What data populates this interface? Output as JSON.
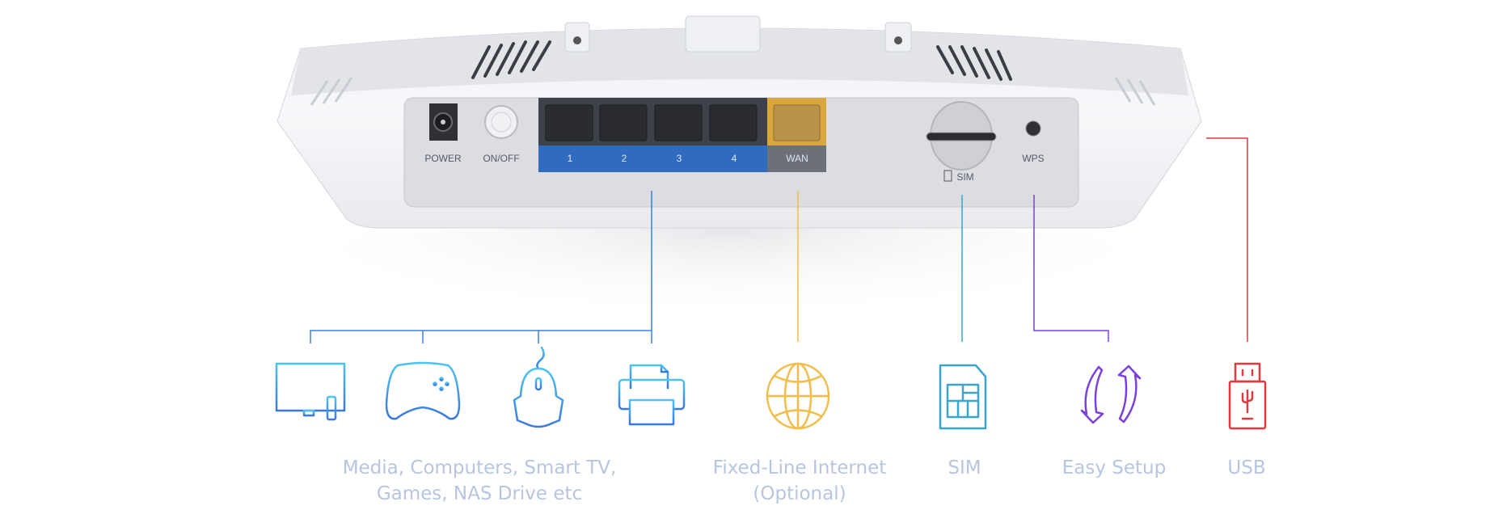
{
  "router": {
    "ports": {
      "power": "POWER",
      "onoff": "ON/OFF",
      "lan": [
        "1",
        "2",
        "3",
        "4"
      ],
      "wan": "WAN",
      "sim": "SIM",
      "wps": "WPS"
    }
  },
  "connections": [
    {
      "id": "lan",
      "icons": [
        "tv-icon",
        "gamepad-icon",
        "mouse-icon",
        "printer-icon"
      ],
      "lines": [
        "Media, Computers, Smart TV,",
        "Games, NAS Drive etc"
      ],
      "color": "#3d7fe0"
    },
    {
      "id": "wan",
      "icons": [
        "globe-icon"
      ],
      "lines": [
        "Fixed-Line Internet",
        "(Optional)"
      ],
      "color": "#f2bd4a"
    },
    {
      "id": "sim",
      "icons": [
        "sim-card-icon"
      ],
      "lines": [
        "SIM"
      ],
      "color": "#3aa6cf"
    },
    {
      "id": "wps",
      "icons": [
        "refresh-arrows-icon"
      ],
      "lines": [
        "Easy Setup"
      ],
      "color": "#7b3fe0"
    },
    {
      "id": "usb",
      "icons": [
        "usb-drive-icon"
      ],
      "lines": [
        "USB"
      ],
      "color": "#e0393f"
    }
  ]
}
